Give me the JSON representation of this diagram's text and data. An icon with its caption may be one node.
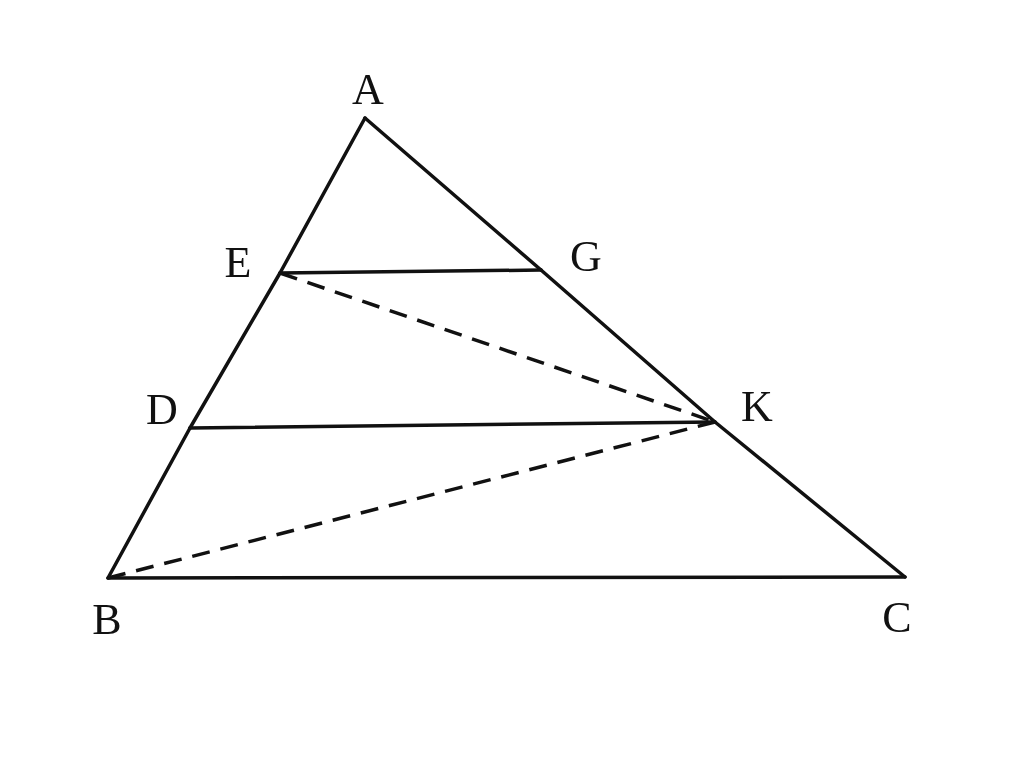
{
  "diagram": {
    "nodes": [
      {
        "text": [
          "A"
        ]
      },
      {
        "text": [
          "E"
        ]
      },
      {
        "text": [
          "G"
        ]
      },
      {
        "text": [
          "D"
        ]
      },
      {
        "text": [
          "K"
        ]
      },
      {
        "text": [
          "B"
        ]
      },
      {
        "text": [
          "C"
        ]
      }
    ],
    "edges": [
      {
        "from": 0,
        "to": 1,
        "arrow": "none"
      },
      {
        "from": 1,
        "to": 3,
        "arrow": "none"
      },
      {
        "from": 3,
        "to": 5,
        "arrow": "none"
      },
      {
        "from": 0,
        "to": 2,
        "arrow": "none"
      },
      {
        "from": 2,
        "to": 4,
        "arrow": "none"
      },
      {
        "from": 4,
        "to": 6,
        "arrow": "none"
      },
      {
        "from": 5,
        "to": 6,
        "arrow": "none"
      },
      {
        "from": 1,
        "to": 2,
        "arrow": "none"
      },
      {
        "from": 3,
        "to": 4,
        "arrow": "none"
      },
      {
        "from": 1,
        "to": 4,
        "arrow": "none",
        "style": "dashed"
      },
      {
        "from": 5,
        "to": 4,
        "arrow": "none",
        "style": "dashed"
      }
    ]
  }
}
